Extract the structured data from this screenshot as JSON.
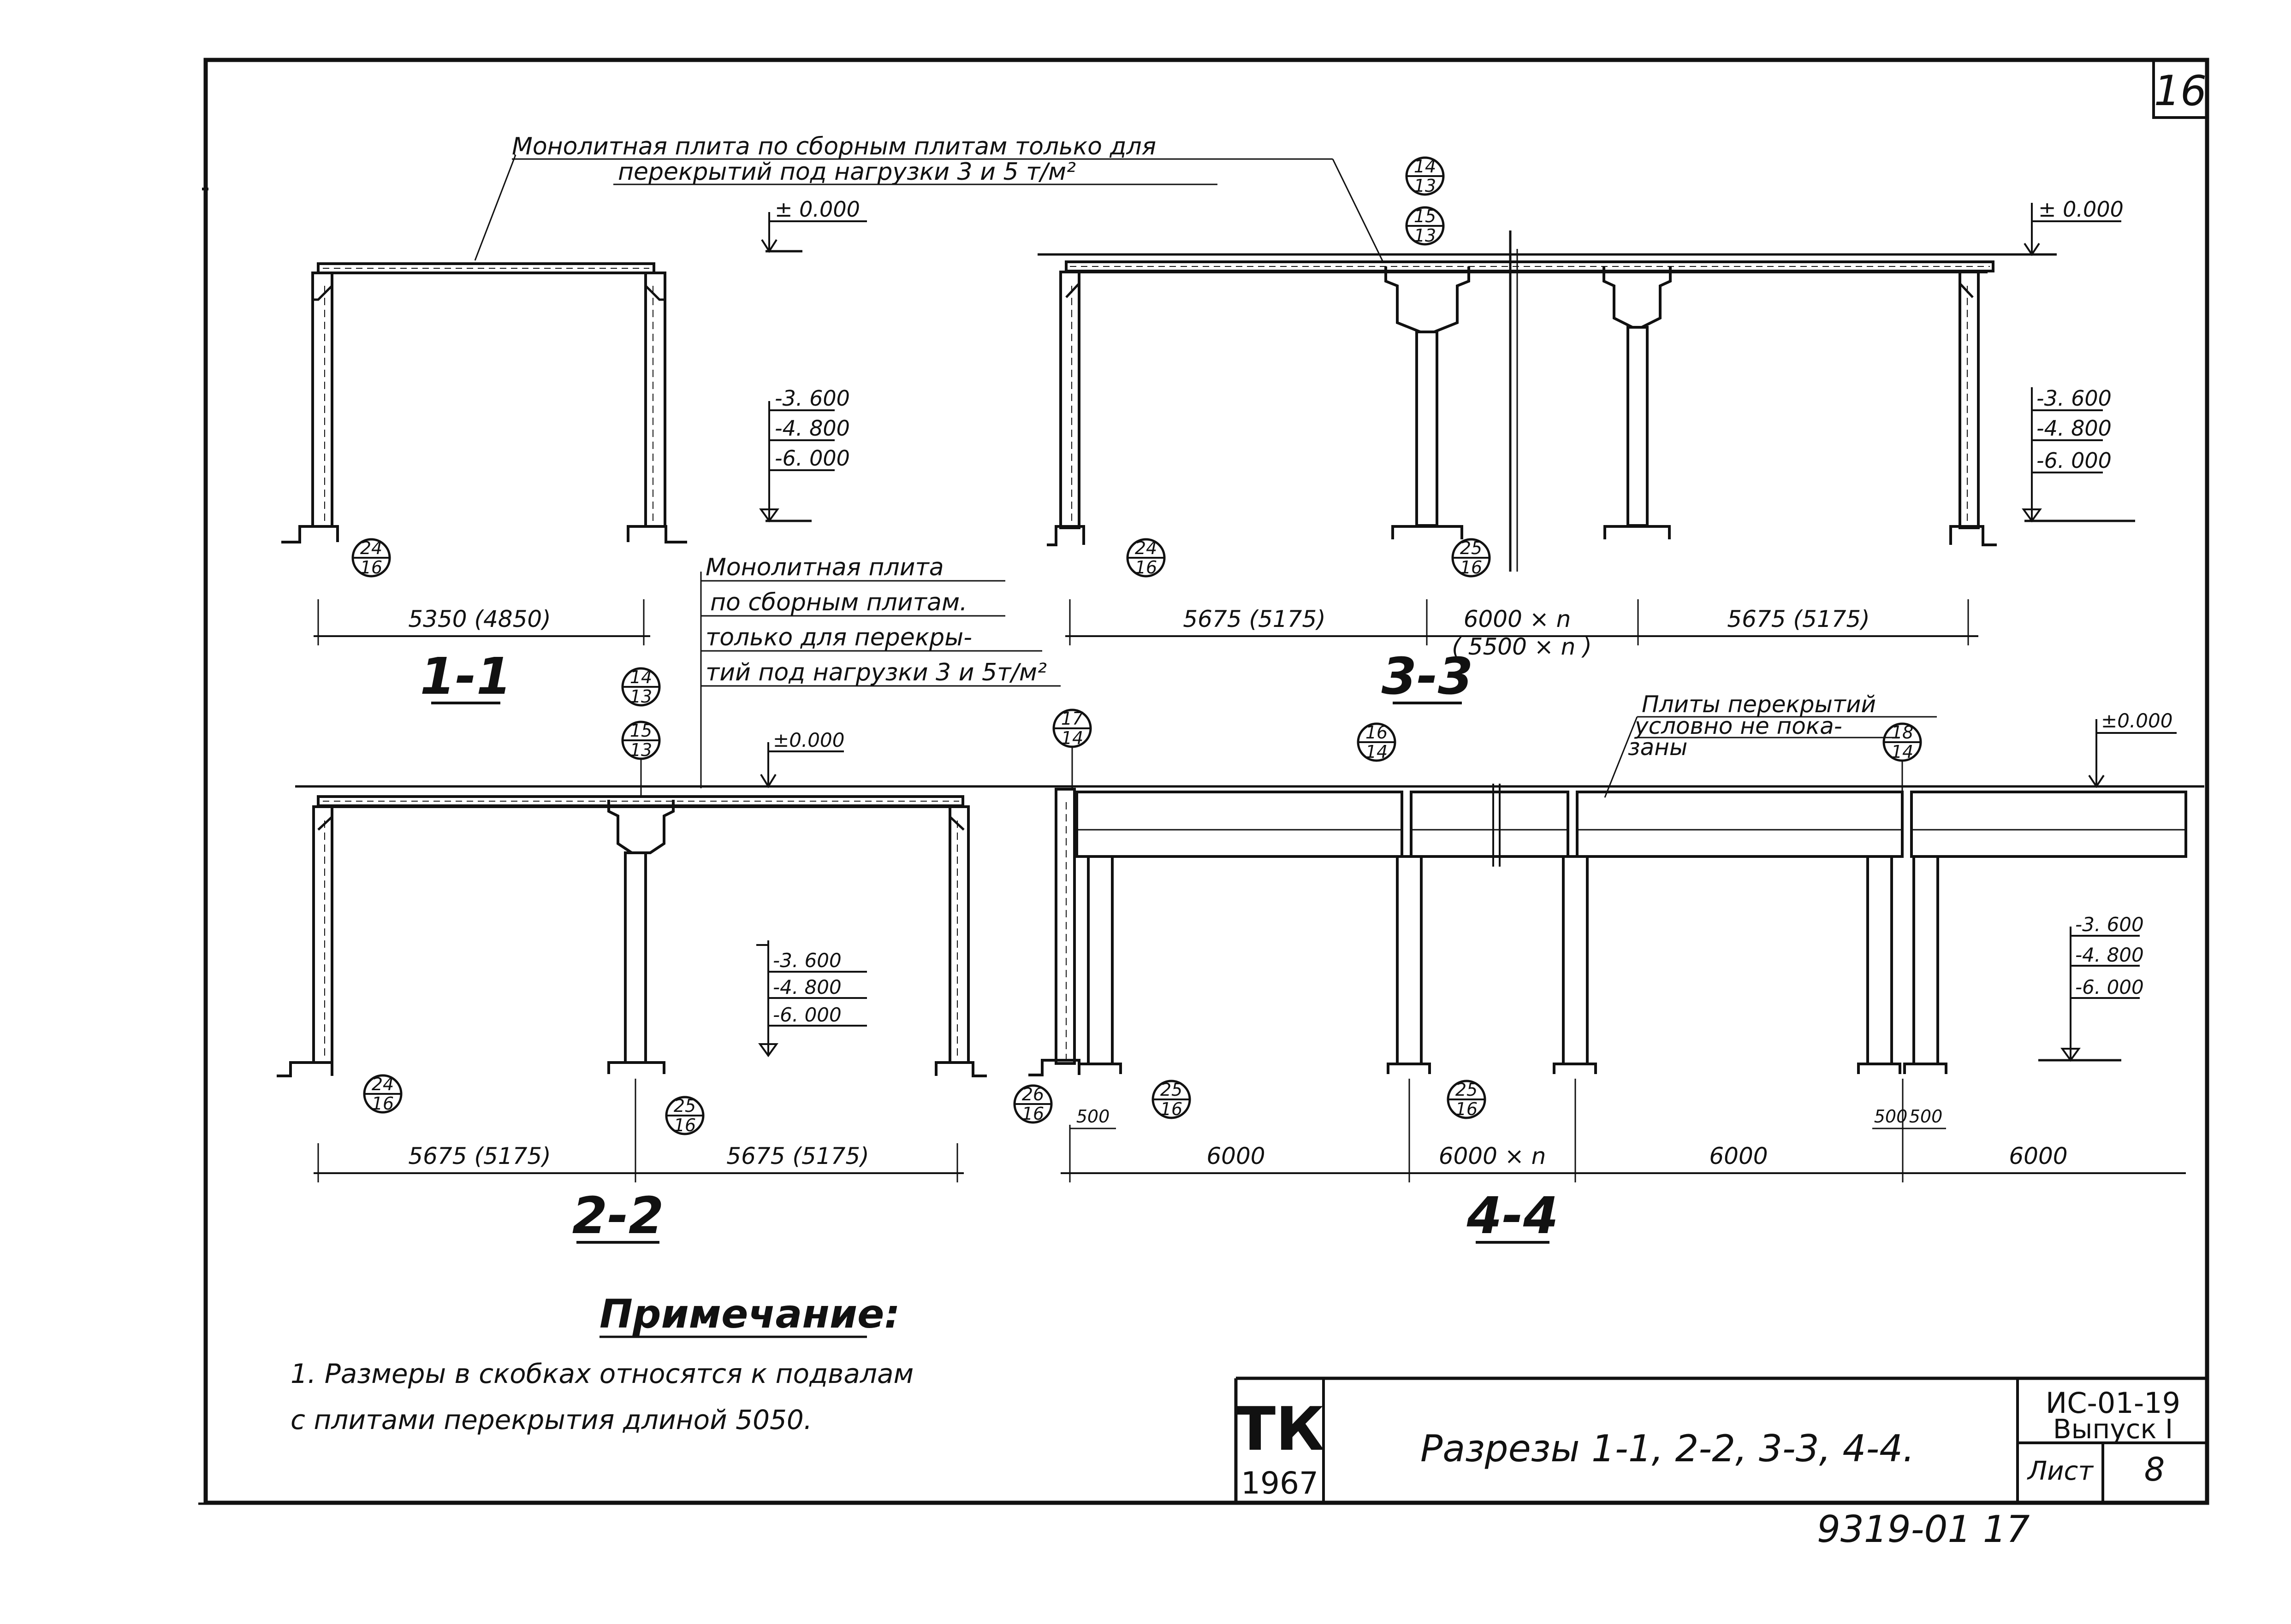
{
  "sheet": {
    "corner_number": "16",
    "stamp": "9319-01 17"
  },
  "elevations": {
    "zero": "± 0.000",
    "zero_alt": "±0.000",
    "e1": "-3. 600",
    "e2": "-4. 800",
    "e3": "-6. 000"
  },
  "notes": {
    "slab_note_1_line1": "Монолитная плита по сборным плитам только для",
    "slab_note_1_line2": "перекрытий под нагрузки 3 и 5 т/м²",
    "slab_note_2": [
      "Монолитная плита",
      "по сборным плитам.",
      "только для перекры-",
      "тий под нагрузки 3 и 5т/м²"
    ],
    "plates_note": [
      "Плиты перекрытий",
      "условно не пока-",
      "заны"
    ]
  },
  "callouts": {
    "c24_16": [
      "24",
      "16"
    ],
    "c25_16": [
      "25",
      "16"
    ],
    "c26_16": [
      "26",
      "16"
    ],
    "c14_13": [
      "14",
      "13"
    ],
    "c15_13": [
      "15",
      "13"
    ],
    "c17_14": [
      "17",
      "14"
    ],
    "c16_14": [
      "16",
      "14"
    ],
    "c18_14": [
      "18",
      "14"
    ]
  },
  "sections": {
    "s11": {
      "title": "1-1",
      "dims": [
        "5350 (4850)"
      ]
    },
    "s33": {
      "title": "3-3",
      "dims": [
        "5675 (5175)",
        "6000 × n",
        "( 5500 × n )",
        "5675 (5175)"
      ]
    },
    "s22": {
      "title": "2-2",
      "dims": [
        "5675 (5175)",
        "5675 (5175)"
      ]
    },
    "s44": {
      "title": "4-4",
      "dims": [
        "6000",
        "6000 × n",
        "6000",
        "6000"
      ],
      "small_dims": [
        "500",
        "500",
        "500"
      ]
    }
  },
  "remark": {
    "heading": "Примечание:",
    "line1": "1. Размеры в скобках относятся к подвалам",
    "line2": "с плитами перекрытия длиной 5050."
  },
  "title_block": {
    "org": "ТК",
    "year": "1967",
    "title": "Разрезы 1-1, 2-2, 3-3, 4-4.",
    "series": "ИС-01-19",
    "issue": "Выпуск I",
    "sheet_label": "Лист",
    "sheet_no": "8"
  }
}
